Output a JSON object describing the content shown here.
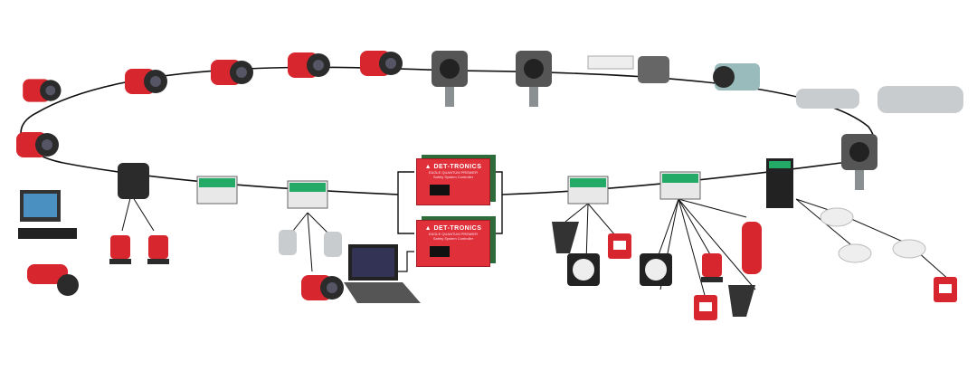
{
  "diagram": {
    "description_type": "safety-system-network",
    "controllers": [
      {
        "brand": "▲ DET-TRONICS",
        "product": "EAGLE QUANTUM PREMIER",
        "subtitle": "Safety System Controller"
      },
      {
        "brand": "▲ DET-TRONICS",
        "product": "EAGLE QUANTUM PREMIER",
        "subtitle": "Safety System Controller"
      }
    ],
    "colors": {
      "device_red": "#d8262e",
      "controller_red": "#e0313a",
      "line": "#111111",
      "gray": "#8a8f92"
    }
  }
}
